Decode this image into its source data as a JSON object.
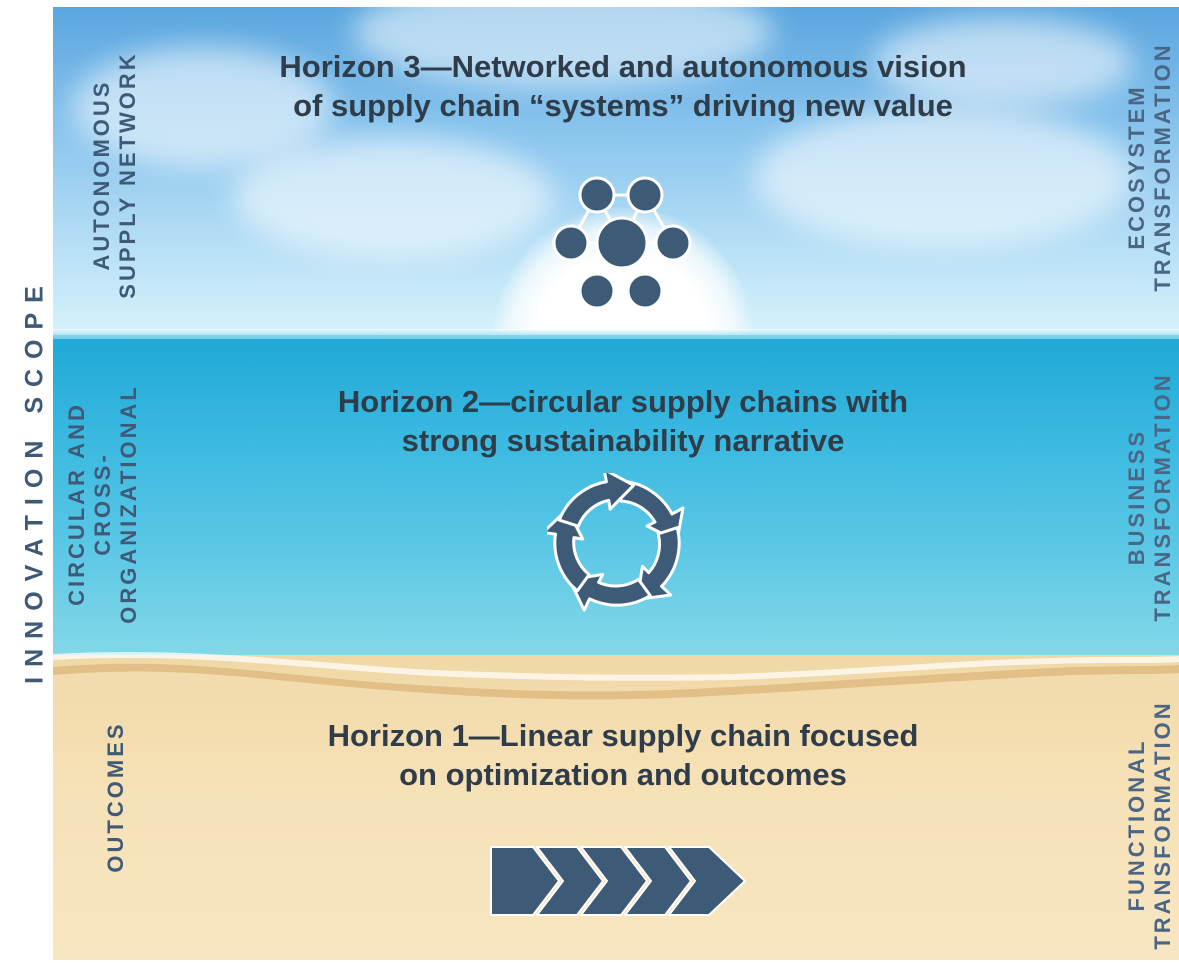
{
  "axis_label": "INNOVATION SCOPE",
  "horizons": [
    {
      "id": "horizon-3",
      "title_line1": "Horizon 3—Networked and autonomous vision",
      "title_line2": "of supply chain “systems” driving new value",
      "left_label_line1": "AUTONOMOUS",
      "left_label_line2": "SUPPLY NETWORK",
      "right_label_line1": "ECOSYSTEM",
      "right_label_line2": "TRANSFORMATION",
      "icon": "network-icon"
    },
    {
      "id": "horizon-2",
      "title_line1": "Horizon 2—circular supply chains with",
      "title_line2": "strong sustainability narrative",
      "left_label_line1": "CIRCULAR AND",
      "left_label_line2": "CROSS-",
      "left_label_line3": "ORGANIZATIONAL",
      "right_label_line1": "BUSINESS",
      "right_label_line2": "TRANSFORMATION",
      "icon": "circular-arrows-icon"
    },
    {
      "id": "horizon-1",
      "title_line1": "Horizon 1—Linear supply chain focused",
      "title_line2": "on optimization and outcomes",
      "left_label_line1": "OUTCOMES",
      "right_label_line1": "FUNCTIONAL",
      "right_label_line2": "TRANSFORMATION",
      "icon": "chevron-arrows-icon"
    }
  ],
  "colors": {
    "icon_fill": "#3d5a76",
    "title_text": "#2f3d4a",
    "label_text": "#3e5a77"
  }
}
